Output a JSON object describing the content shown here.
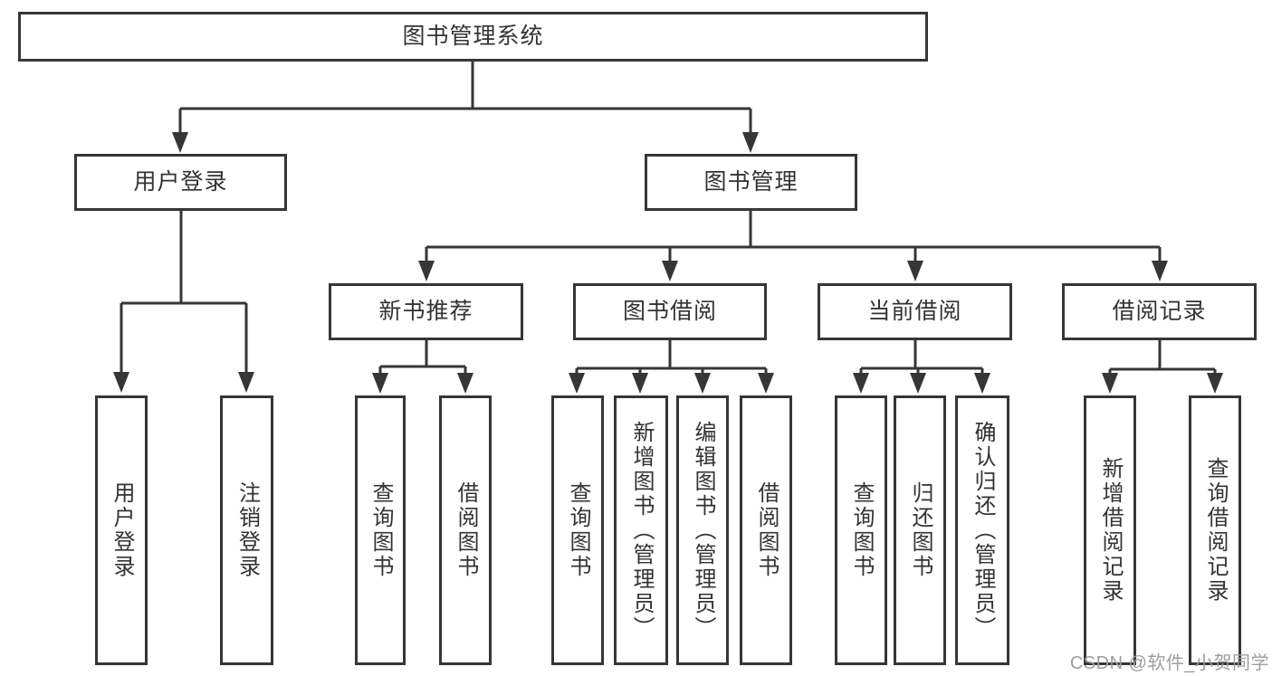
{
  "tree": {
    "label": "图书管理系统",
    "children": [
      {
        "label": "用户登录",
        "children": [
          {
            "label": "用户登录"
          },
          {
            "label": "注销登录"
          }
        ]
      },
      {
        "label": "图书管理",
        "children": [
          {
            "label": "新书推荐",
            "children": [
              {
                "label": "查询图书"
              },
              {
                "label": "借阅图书"
              }
            ]
          },
          {
            "label": "图书借阅",
            "children": [
              {
                "label": "查询图书"
              },
              {
                "label": "新增图书（管理员）"
              },
              {
                "label": "编辑图书（管理员）"
              },
              {
                "label": "借阅图书"
              }
            ]
          },
          {
            "label": "当前借阅",
            "children": [
              {
                "label": "查询图书"
              },
              {
                "label": "归还图书"
              },
              {
                "label": "确认归还（管理员）"
              }
            ]
          },
          {
            "label": "借阅记录",
            "children": [
              {
                "label": "新增借阅记录"
              },
              {
                "label": "查询借阅记录"
              }
            ]
          }
        ]
      }
    ]
  },
  "watermark": {
    "text": "CSDN @软件_小贺同学"
  },
  "colors": {
    "line": "#363636",
    "text": "#333333",
    "watermark": "#9e9e9e",
    "background": "#ffffff"
  }
}
